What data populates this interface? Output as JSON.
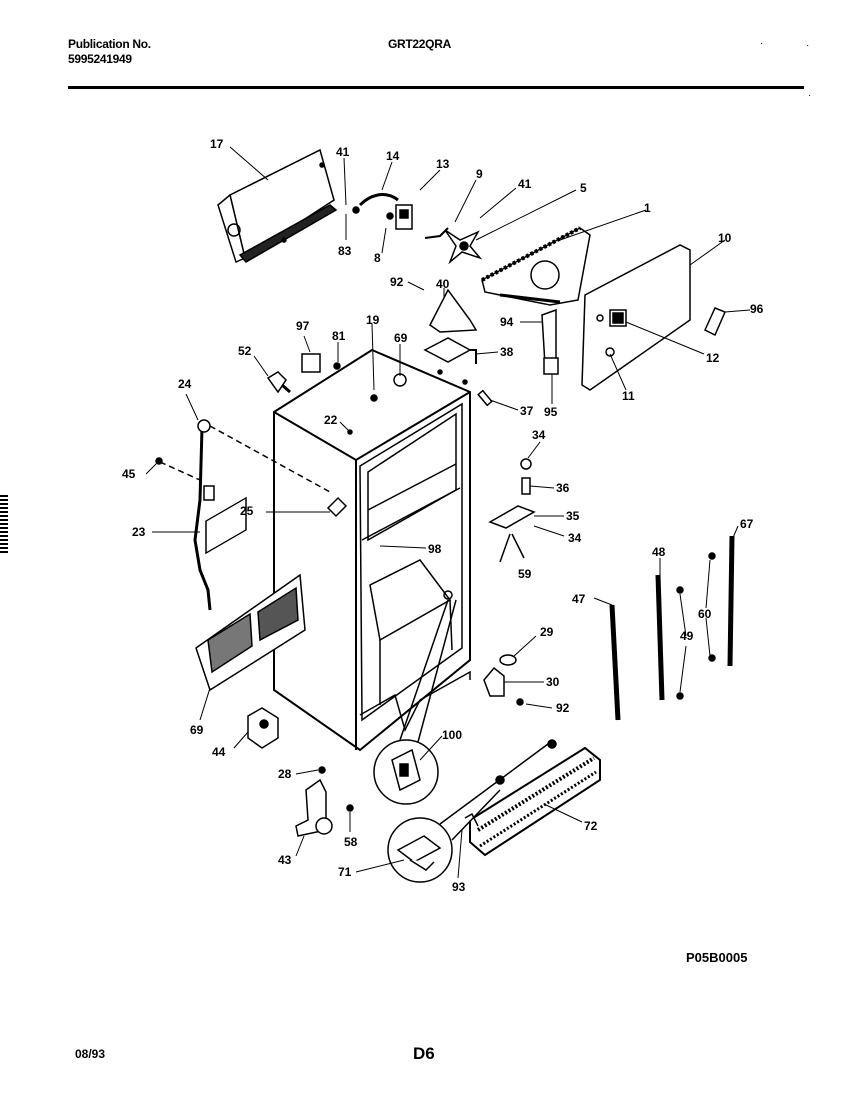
{
  "header": {
    "publication_label": "Publication No.",
    "publication_number": "5995241949",
    "model": "GRT22QRA"
  },
  "footer": {
    "drawing_code": "P05B0005",
    "date": "08/93",
    "page": "D6"
  },
  "callouts": {
    "c17": "17",
    "c41a": "41",
    "c14": "14",
    "c13": "13",
    "c9": "9",
    "c41b": "41",
    "c5": "5",
    "c1": "1",
    "c83": "83",
    "c8": "8",
    "c10": "10",
    "c92a": "92",
    "c40": "40",
    "c96": "96",
    "c94": "94",
    "c97": "97",
    "c81": "81",
    "c19": "19",
    "c69a": "69",
    "c38": "38",
    "c12": "12",
    "c52": "52",
    "c11": "11",
    "c95": "95",
    "c24": "24",
    "c22": "22",
    "c37": "37",
    "c34a": "34",
    "c45": "45",
    "c36": "36",
    "c25": "25",
    "c35": "35",
    "c34b": "34",
    "c23": "23",
    "c98": "98",
    "c67": "67",
    "c48": "48",
    "c59": "59",
    "c47": "47",
    "c60": "60",
    "c29": "29",
    "c49": "49",
    "c30": "30",
    "c69b": "69",
    "c92b": "92",
    "c44": "44",
    "c100": "100",
    "c28": "28",
    "c72": "72",
    "c58": "58",
    "c43": "43",
    "c71": "71",
    "c93": "93"
  }
}
